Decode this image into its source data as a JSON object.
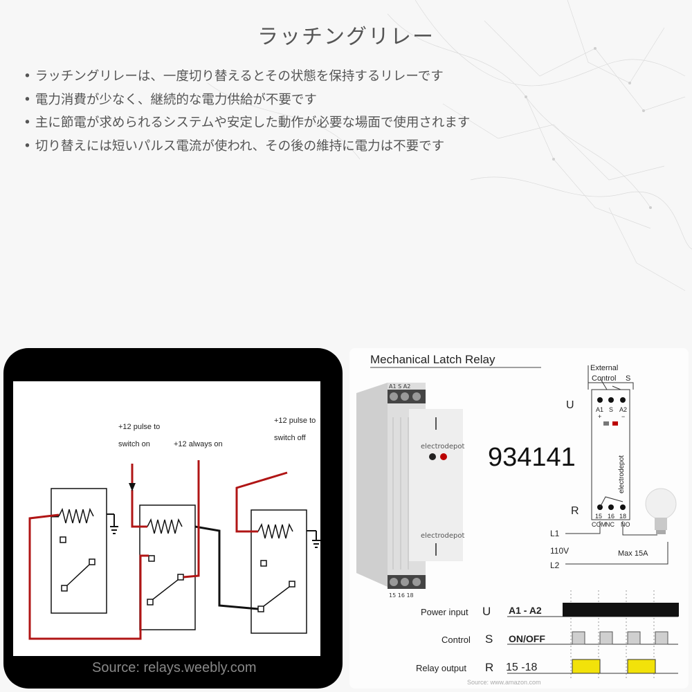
{
  "slide": {
    "title": "ラッチングリレー",
    "bullets": [
      "ラッチングリレーは、一度切り替えるとその状態を保持するリレーです",
      "電力消費が少なく、継続的な電力供給が不要です",
      "主に節電が求められるシステムや安定した動作が必要な場面で使用されます",
      "切り替えには短いパルス電流が使われ、その後の維持に電力は不要です"
    ]
  },
  "left_image": {
    "label_pulse_on_1": "+12 pulse to",
    "label_pulse_on_2": "switch on",
    "label_always_on": "+12 always on",
    "label_pulse_off_1": "+12 pulse to",
    "label_pulse_off_2": "switch off",
    "source": "Source: relays.weebly.com"
  },
  "right_image": {
    "title": "Mechanical Latch Relay",
    "model_number": "934141",
    "brand": "electrodepot",
    "external_control_1": "External",
    "external_control_2": "Control",
    "external_control_s": "S",
    "u_label": "U",
    "r_label": "R",
    "terminals_top": [
      "A1",
      "S",
      "A2"
    ],
    "terminals_top_signs": [
      "+",
      "",
      "−"
    ],
    "terminals_bottom": [
      "15",
      "16",
      "18"
    ],
    "terminals_bottom_names": [
      "COM",
      "NC",
      "NO"
    ],
    "l1": "L1",
    "l2": "L2",
    "voltage": "110V",
    "max_current": "Max 15A",
    "device_terminals_top": "A1   S   A2",
    "device_terminals_bottom": "15   16   18",
    "timing": {
      "power_input_label": "Power input",
      "power_input_symbol": "U",
      "power_input_terminal": "A1 - A2",
      "control_label": "Control",
      "control_symbol": "S",
      "control_terminal": "ON/OFF",
      "relay_output_label": "Relay output",
      "relay_output_symbol": "R",
      "relay_output_terminal": "15 -18"
    },
    "source": "Source: www.amazon.com"
  },
  "colors": {
    "wire_red": "#b01515",
    "wire_black": "#111111",
    "pulse_yellow": "#f2e20a",
    "text_gray": "#555555"
  }
}
